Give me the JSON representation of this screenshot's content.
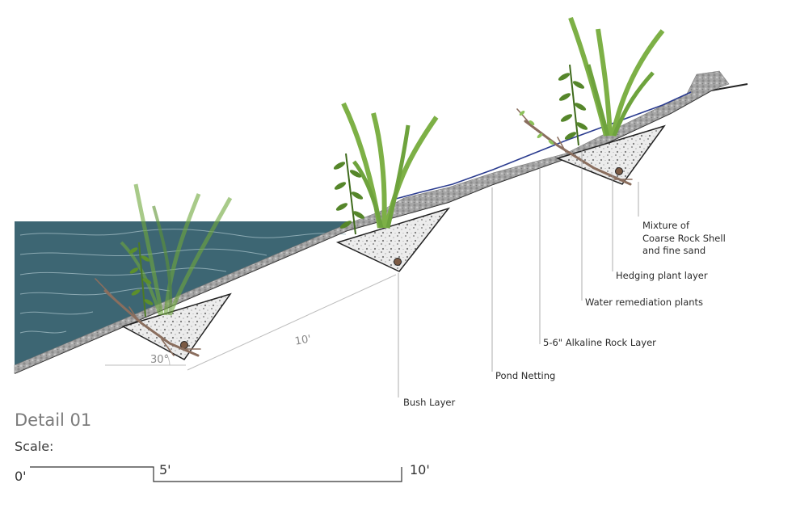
{
  "title": "Detail 01",
  "scale": {
    "label": "Scale:",
    "ticks": [
      "0'",
      "5'",
      "10'"
    ]
  },
  "dimensions": {
    "angle": "30°",
    "length": "10'"
  },
  "callouts": {
    "mixture": [
      "Mixture of",
      "Coarse Rock Shell",
      "and fine sand"
    ],
    "hedging": "Hedging plant layer",
    "water_remediation": "Water remediation plants",
    "alkaline": "5-6\" Alkaline Rock Layer",
    "netting": "Pond Netting",
    "bush": "Bush Layer"
  },
  "colors": {
    "water": "#3d6673",
    "rock": "#a3a3a3",
    "netting": "#2b3c8f",
    "bush_fill": "#e9e9e9",
    "grass": "#6fa83c",
    "grass_dark": "#4c7a24",
    "stem": "#8a6e5e"
  }
}
